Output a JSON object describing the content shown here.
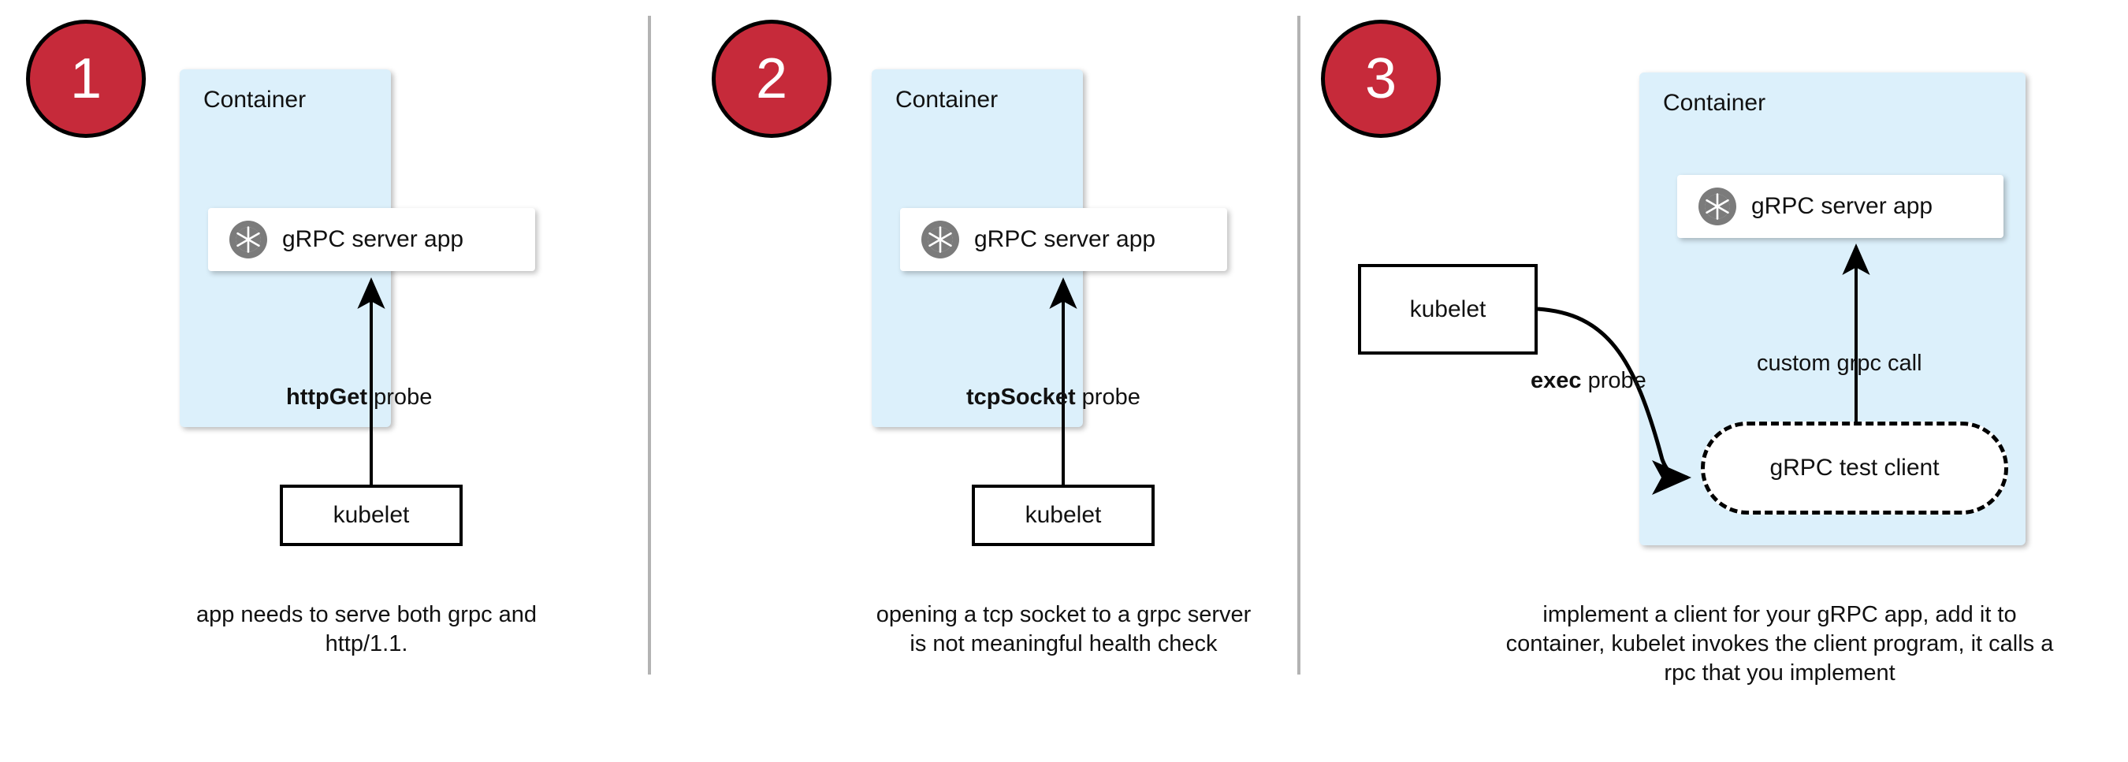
{
  "meta": {
    "colors": {
      "badge_red": "#c62a3a",
      "container_blue": "#dcf0fb",
      "divider_gray": "#b3b3b3",
      "grpc_icon_gray": "#7b7b7b",
      "stroke_black": "#000000",
      "page_background": "#ffffff"
    }
  },
  "panels": [
    {
      "badge": "1",
      "container_label": "Container",
      "app_label": "gRPC server app",
      "probe_label_bold": "httpGet",
      "probe_label_rest": " probe",
      "kubelet_label": "kubelet",
      "caption": "app needs to serve both grpc and http/1.1."
    },
    {
      "badge": "2",
      "container_label": "Container",
      "app_label": "gRPC server app",
      "probe_label_bold": "tcpSocket",
      "probe_label_rest": " probe",
      "kubelet_label": "kubelet",
      "caption": "opening a tcp socket to a grpc server is not meaningful health check"
    },
    {
      "badge": "3",
      "container_label": "Container",
      "app_label": "gRPC server app",
      "probe_label_bold": "exec",
      "probe_label_rest": " probe",
      "kubelet_label": "kubelet",
      "call_label": "custom grpc call",
      "test_client_label": "gRPC test client",
      "caption": "implement a client for your gRPC app, add it to container, kubelet invokes the client program, it calls a rpc that you implement"
    }
  ]
}
